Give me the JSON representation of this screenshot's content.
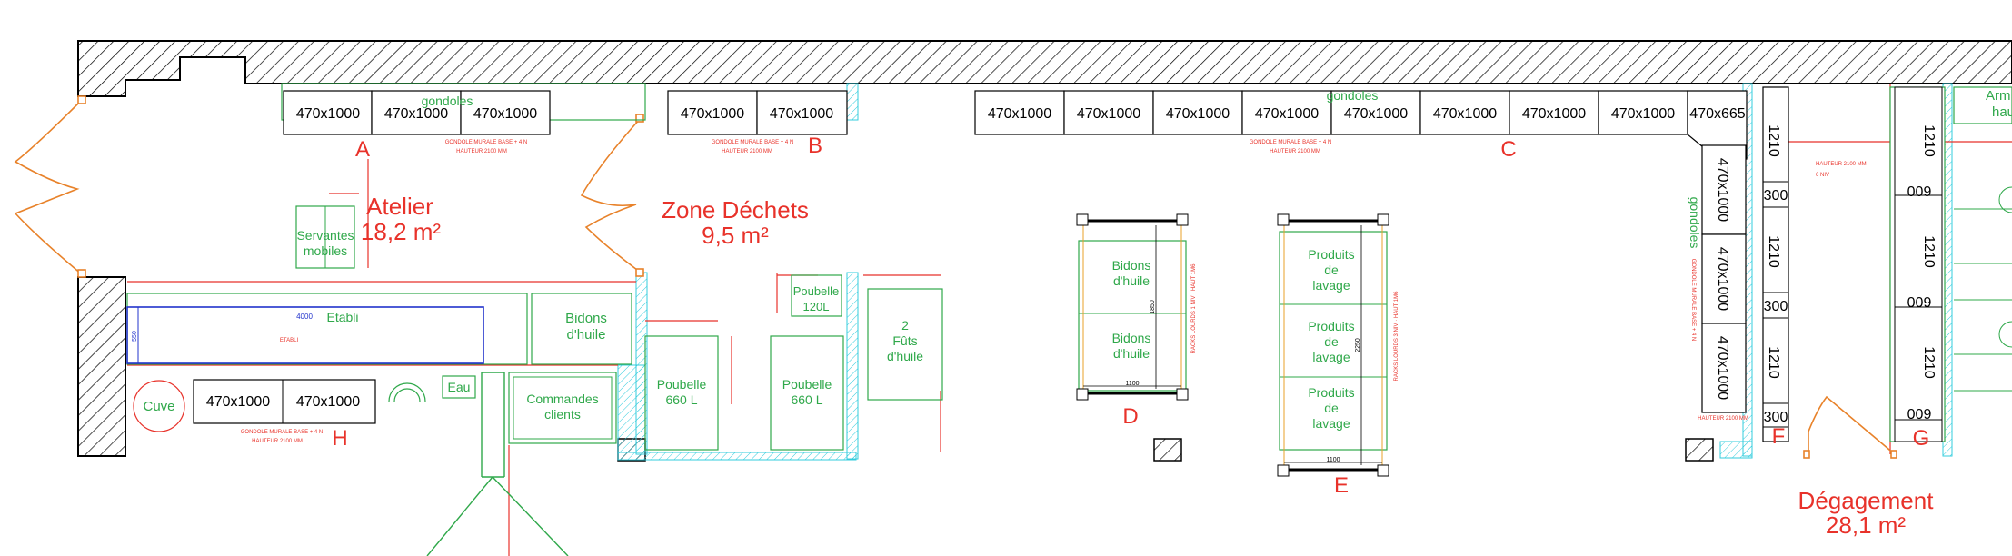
{
  "colors": {
    "wall_hatch": "#000000",
    "furniture": "#2fa84a",
    "annotation": "#e8322a",
    "door": "#e8822a",
    "insulation": "#33ccdd",
    "workbench": "#2233cc"
  },
  "rooms": {
    "atelier": {
      "name": "Atelier",
      "area": "18,2 m²"
    },
    "dechets": {
      "name": "Zone Déchets",
      "area": "9,5 m²"
    },
    "degagement": {
      "name": "Dégagement",
      "area": "28,1 m²"
    }
  },
  "zone_letters": [
    "A",
    "B",
    "C",
    "D",
    "E",
    "F",
    "G",
    "H"
  ],
  "shelves": {
    "size_label": "470x1000",
    "corner_label": "470x665",
    "gondoles_label": "gondoles",
    "height_label": "1210",
    "depth_label": "009",
    "partial_label": "300",
    "caption_line1": "GONDOLE MURALE  BASE + 4 N",
    "caption_line2": "HAUTEUR 2100 MM",
    "side_caption": "HAUTEUR 2100 MM",
    "side_caption_f": "HAUTEUR 2100 MM",
    "side_caption_g_line1": "HAUTEUR 2100 MM",
    "side_caption_g_line2": "6 NIV"
  },
  "items": {
    "servantes_line1": "Servantes",
    "servantes_line2": "mobiles",
    "etabli_label": "Etabli",
    "etabli_length": "4000",
    "etabli_depth": "550",
    "etabli_caption": "ETABLI",
    "bidons_line1": "Bidons",
    "bidons_line2": "d'huile",
    "poubelle_line1": "Poubelle",
    "poubelle_line2": "660 L",
    "poubelle_small_line1": "Poubelle",
    "poubelle_small_line2": "120L",
    "futs_line1": "2",
    "futs_line2": "Fûts",
    "futs_line3": "d'huile",
    "produits_line1": "Produits",
    "produits_line2": "de",
    "produits_line3": "lavage",
    "cuve": "Cuve",
    "eau": "Eau",
    "commandes_line1": "Commandes",
    "commandes_line2": "clients",
    "rack_width": "1100",
    "rack_d_depth": "1850",
    "rack_e_depth": "2250",
    "rack_d_caption": "RACKS LOURDS 1 NIV · HAUT 1M6",
    "rack_e_caption": "RACKS LOURDS 3 NIV · HAUT 1M6",
    "armoire_line1": "Arm",
    "armoire_line2": "hau"
  }
}
